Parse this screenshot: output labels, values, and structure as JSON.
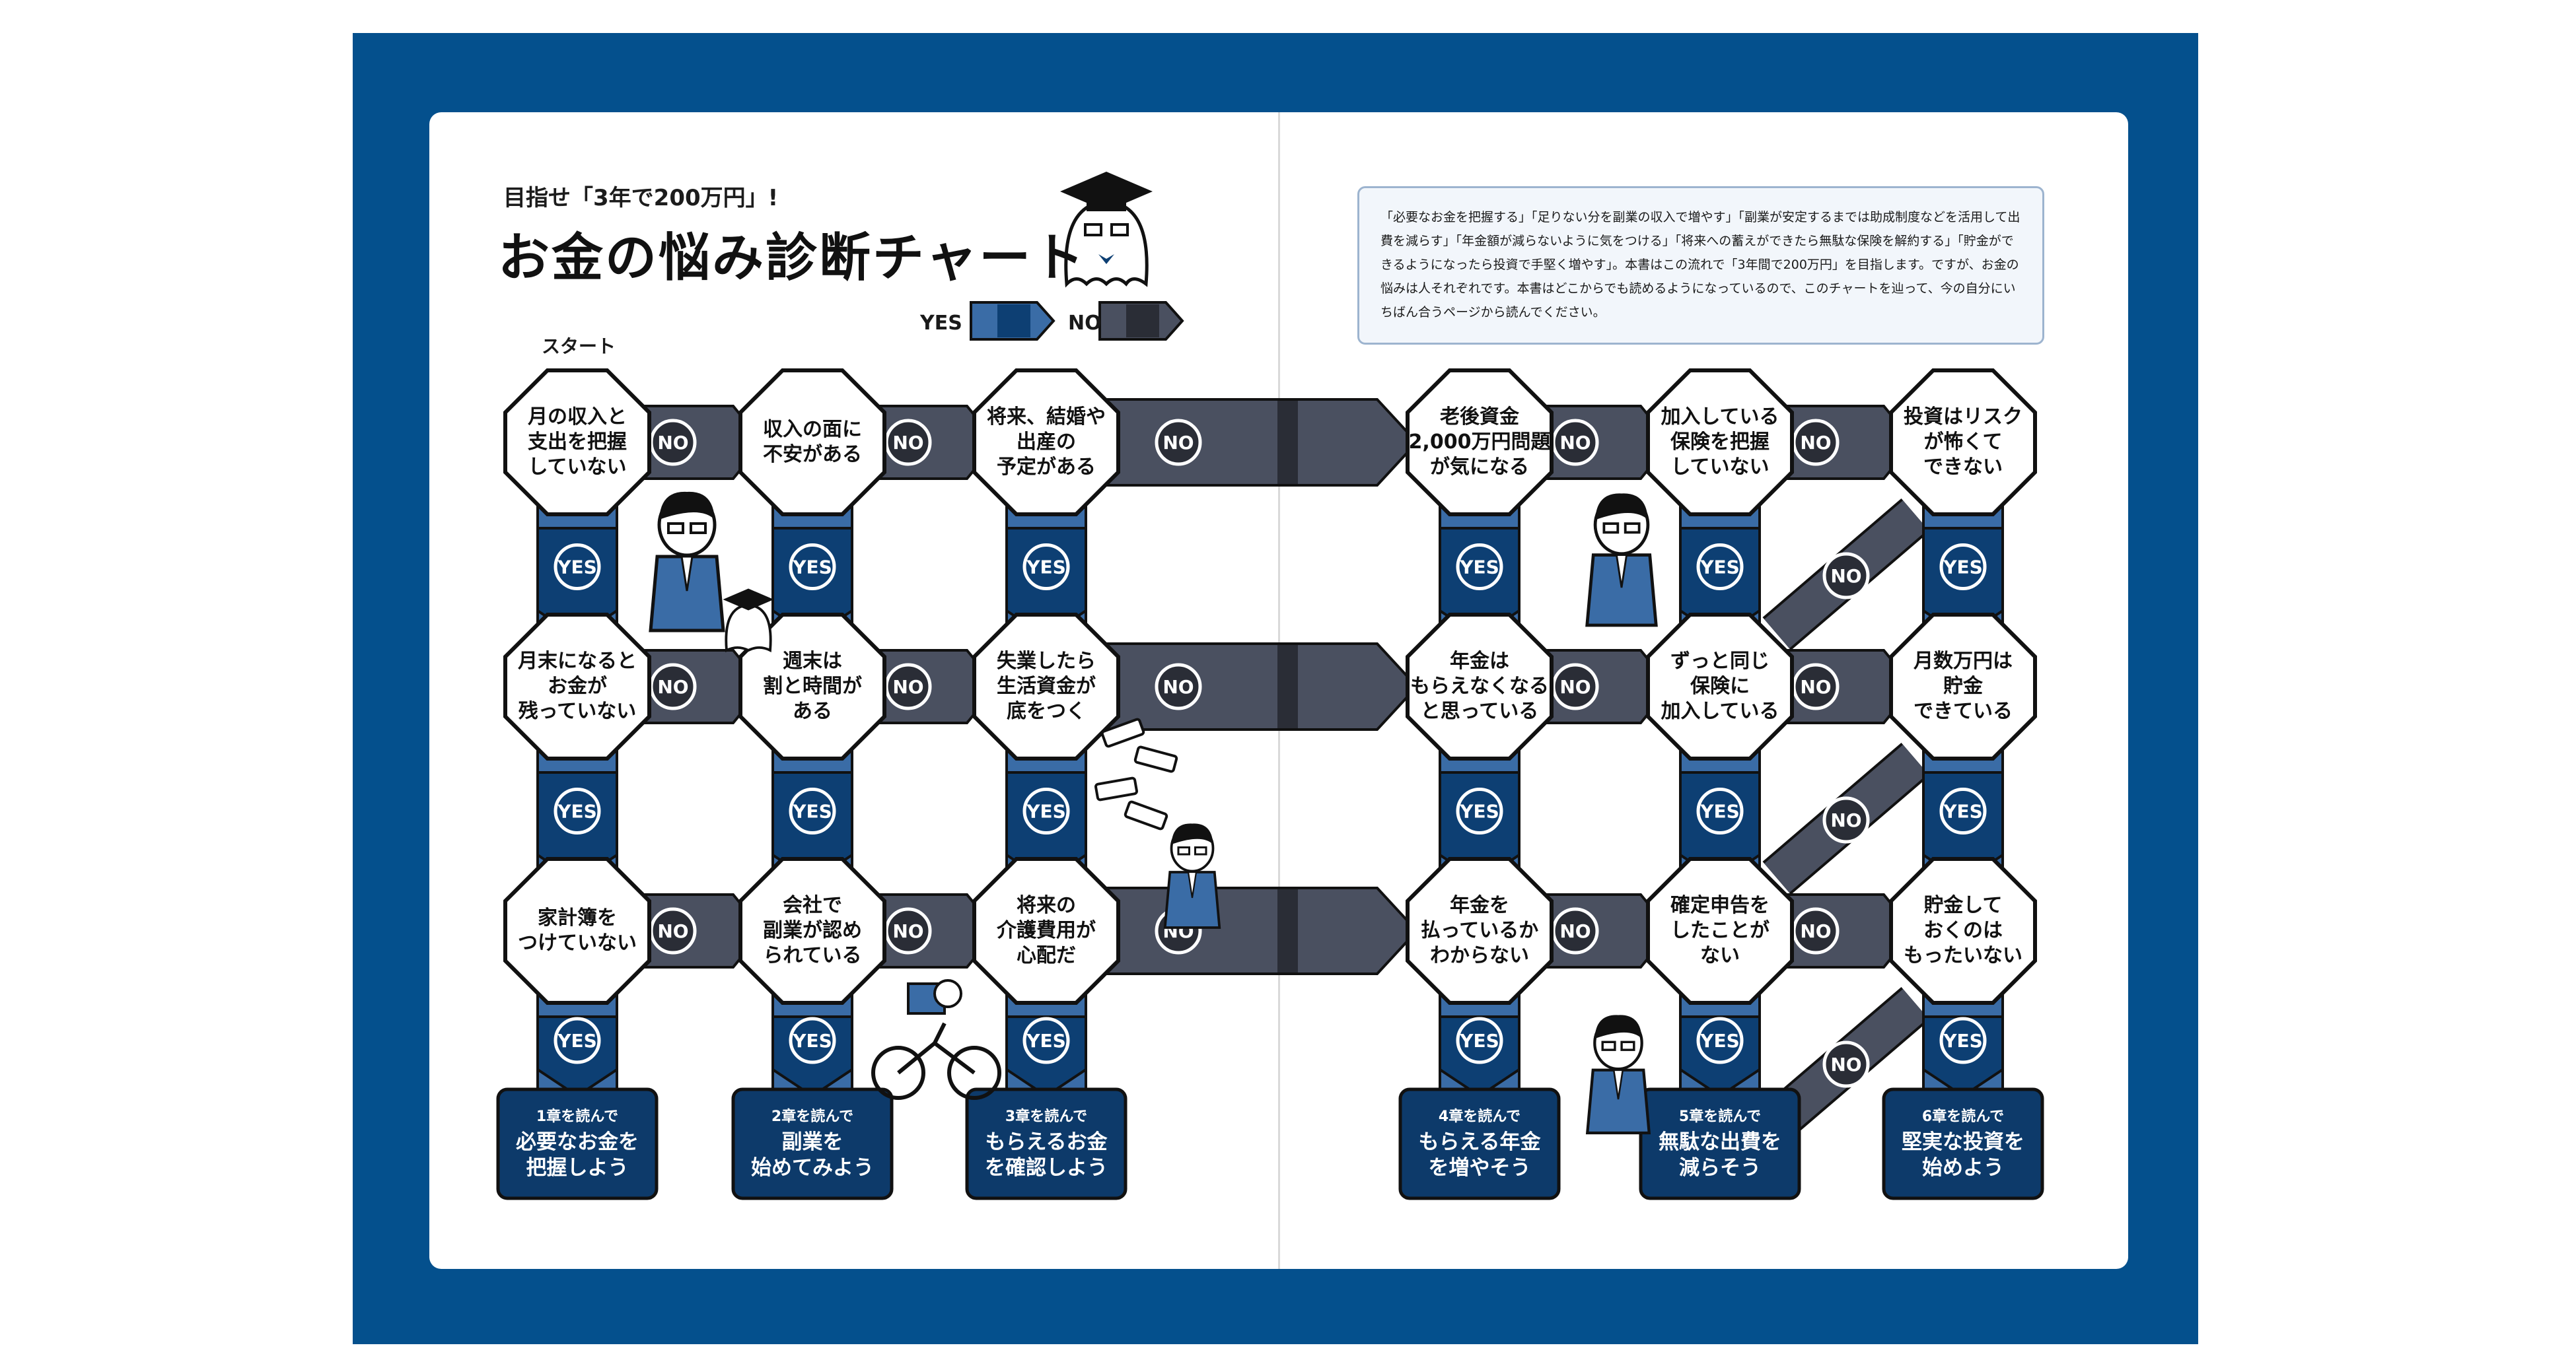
{
  "subtitle": "目指せ「3年で200万円」!",
  "title": "お金の悩み診断チャート",
  "legend": {
    "yes": "YES",
    "no": "NO"
  },
  "start_label": "スタート",
  "intro_text": "「必要なお金を把握する」「足りない分を副業の収入で増やす」「副業が安定するまでは助成制度などを活用して出費を減らす」「年金額が減らないように気をつける」「将来への蓄えができたら無駄な保険を解約する」「貯金ができるようになったら投資で手堅く増やす」。本書はこの流れで「3年間で200万円」を目指します。ですが、お金の悩みは人それぞれです。本書はどこからでも読めるようになっているので、このチャートを辿って、今の自分にいちばん合うページから読んでください。",
  "columns": [
    {
      "questions": [
        "月の収入と\n支出を把握\nしていない",
        "月末になると\nお金が\n残っていない",
        "家計簿を\nつけていない"
      ],
      "result": {
        "chapter": "1章を読んで",
        "text": "必要なお金を\n把握しよう"
      }
    },
    {
      "questions": [
        "収入の面に\n不安がある",
        "週末は\n割と時間が\nある",
        "会社で\n副業が認め\nられている"
      ],
      "result": {
        "chapter": "2章を読んで",
        "text": "副業を\n始めてみよう"
      }
    },
    {
      "questions": [
        "将来、結婚や\n出産の\n予定がある",
        "失業したら\n生活資金が\n底をつく",
        "将来の\n介護費用が\n心配だ"
      ],
      "result": {
        "chapter": "3章を読んで",
        "text": "もらえるお金\nを確認しよう"
      }
    },
    {
      "questions": [
        "老後資金\n2,000万円問題\nが気になる",
        "年金は\nもらえなくなる\nと思っている",
        "年金を\n払っているか\nわからない"
      ],
      "result": {
        "chapter": "4章を読んで",
        "text": "もらえる年金\nを増やそう"
      }
    },
    {
      "questions": [
        "加入している\n保険を把握\nしていない",
        "ずっと同じ\n保険に\n加入している",
        "確定申告を\nしたことが\nない"
      ],
      "result": {
        "chapter": "5章を読んで",
        "text": "無駄な出費を\n減らそう"
      }
    },
    {
      "questions": [
        "投資はリスク\nが怖くて\nできない",
        "月数万円は\n貯金\nできている",
        "貯金して\nおくのは\nもったいない"
      ],
      "result": {
        "chapter": "6章を読んで",
        "text": "堅実な投資を\n始めよう"
      }
    }
  ],
  "colors": {
    "frame": "#04508d",
    "yes_badge": "#0d3f73",
    "yes_arrow": "#3a6ca6",
    "no_arrow": "#4a5060",
    "no_arrow_dark": "#2a2d36",
    "result_box": "#0d3a6a"
  },
  "icons": [
    "mortarboard-mascot-icon",
    "businessman-figure-icon",
    "cyclist-figure-icon",
    "piggy-bank-figure-icon",
    "flying-banknotes-icon"
  ]
}
